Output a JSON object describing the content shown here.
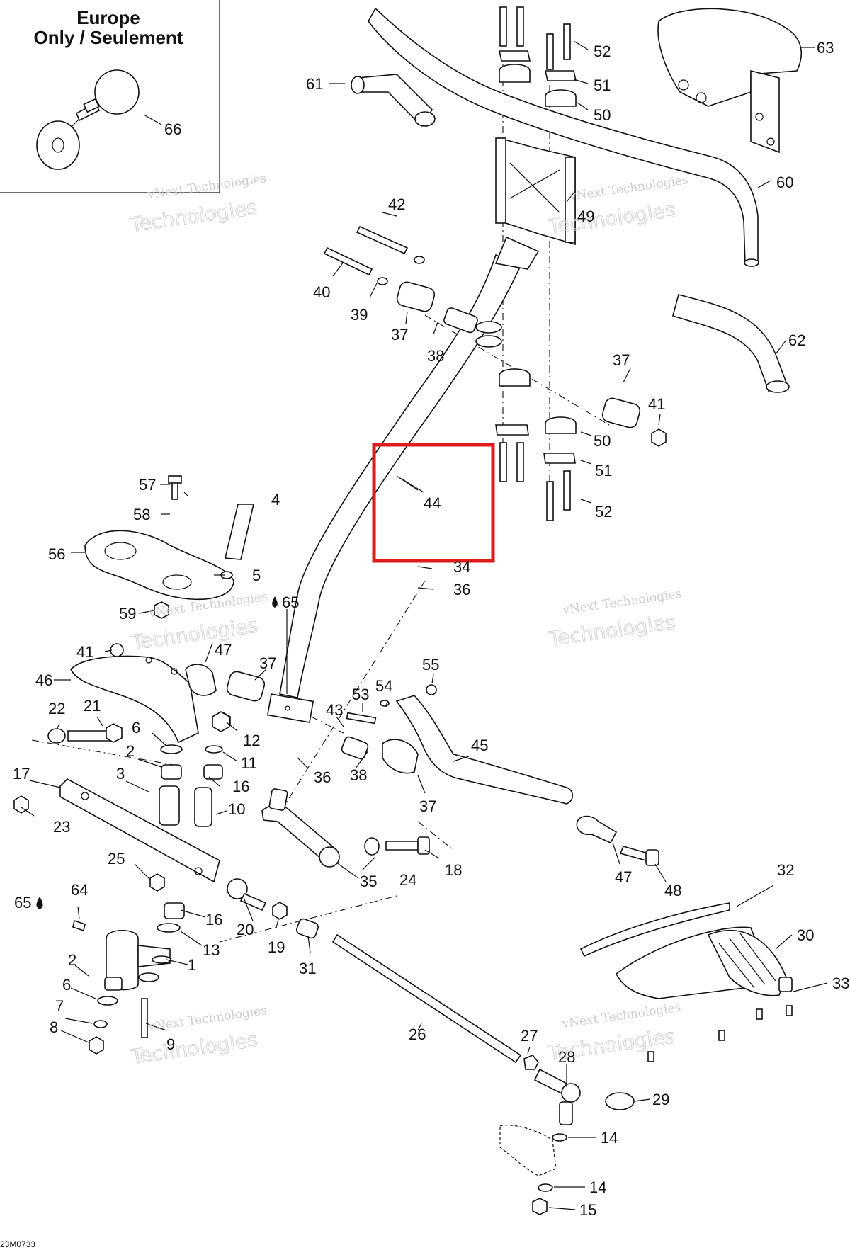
{
  "inset": {
    "title_line1": "Europe",
    "title_line2": "Only / Seulement",
    "part": "66"
  },
  "watermark": {
    "line1": "vNext Technologies",
    "line2": "Technologies"
  },
  "drawing_code": "23M0733",
  "highlight": {
    "part": "44",
    "color": "#e01b1b"
  },
  "labels": {
    "p63": "63",
    "p52a": "52",
    "p51a": "51",
    "p50a": "50",
    "p61": "61",
    "p60": "60",
    "p49": "49",
    "p42": "42",
    "p40": "40",
    "p39": "39",
    "p37a": "37",
    "p38a": "38",
    "p62": "62",
    "p37b": "37",
    "p41a": "41",
    "p50b": "50",
    "p51b": "51",
    "p52b": "52",
    "p44": "44",
    "p57": "57",
    "p4": "4",
    "p58": "58",
    "p56": "56",
    "p5": "5",
    "p34": "34",
    "p36a": "36",
    "p59": "59",
    "p65a": "65",
    "p41b": "41",
    "p47a": "47",
    "p37c": "37",
    "p55": "55",
    "p46": "46",
    "p53": "53",
    "p54": "54",
    "p43": "43",
    "p22": "22",
    "p21": "21",
    "p6a": "6",
    "p12": "12",
    "p2a": "2",
    "p11": "11",
    "p45": "45",
    "p36b": "36",
    "p38b": "38",
    "p17": "17",
    "p3": "3",
    "p16a": "16",
    "p37d": "37",
    "p23": "23",
    "p10": "10",
    "p25": "25",
    "p18": "18",
    "p35": "35",
    "p24": "24",
    "p47b": "47",
    "p48": "48",
    "p32": "32",
    "p64": "64",
    "p65b": "65",
    "p16b": "16",
    "p13": "13",
    "p20": "20",
    "p19": "19",
    "p1": "1",
    "p30": "30",
    "p31": "31",
    "p33": "33",
    "p2b": "2",
    "p6b": "6",
    "p7": "7",
    "p8": "8",
    "p9": "9",
    "p26": "26",
    "p27": "27",
    "p28": "28",
    "p29": "29",
    "p14a": "14",
    "p14b": "14",
    "p15": "15"
  }
}
